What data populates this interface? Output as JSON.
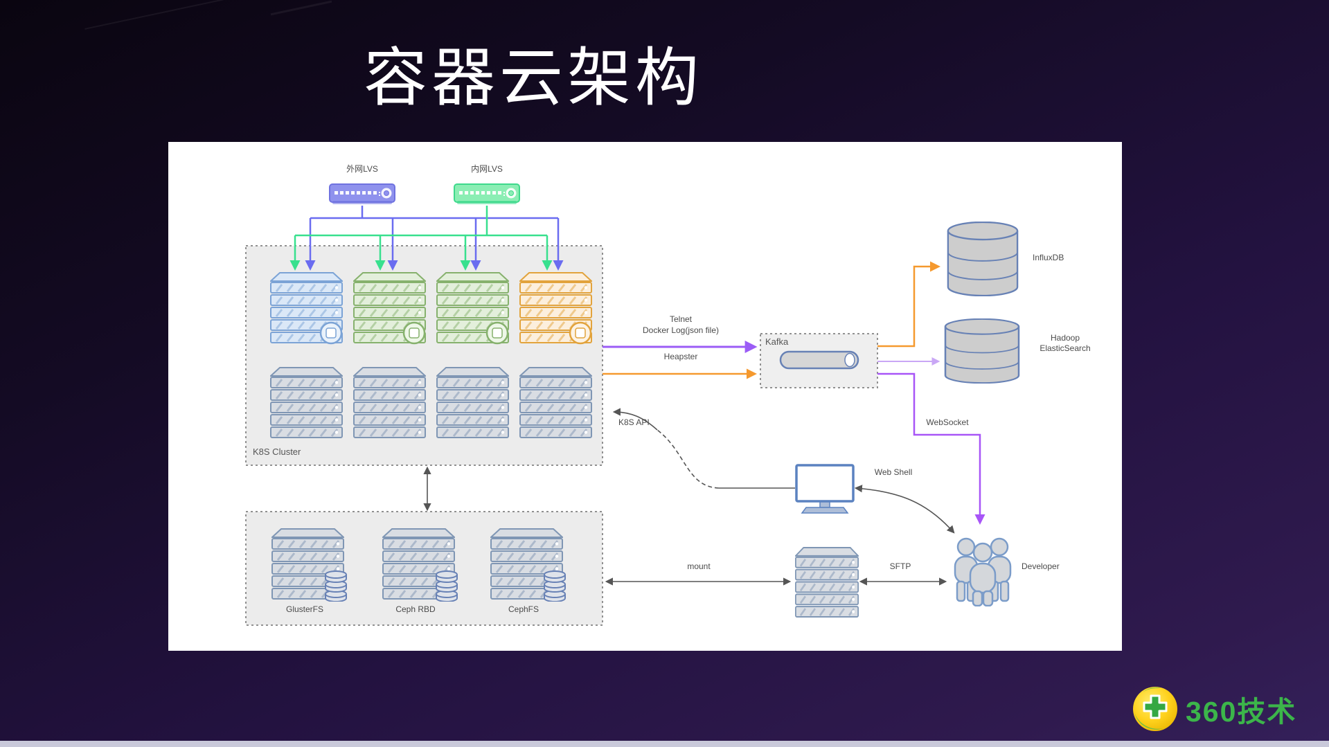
{
  "slide": {
    "title": "容器云架构",
    "brand": {
      "logo_text": "360技术"
    }
  },
  "colors": {
    "accent_purple": "#6a6cf0",
    "accent_green": "#38e08e",
    "accent_orange": "#f5992e",
    "accent_violet": "#9b5cf6",
    "accent_dark_purple": "#a855f7",
    "brand_green": "#3cb54a"
  },
  "diagram": {
    "load_balancers": {
      "external": "外网LVS",
      "internal": "内网LVS"
    },
    "k8s_cluster": {
      "label": "K8S Cluster"
    },
    "storage": {
      "nodes": [
        "GlusterFS",
        "Ceph RBD",
        "CephFS"
      ]
    },
    "middleware": {
      "kafka": "Kafka"
    },
    "databases": {
      "influxdb": "InfluxDB",
      "hadoop_line1": "Hadoop",
      "hadoop_line2": "ElasticSearch"
    },
    "actors": {
      "developer": "Developer"
    },
    "edges": {
      "logs_title": "Telnet",
      "logs_subtitle": "Docker Log(json file)",
      "metrics": "Heapster",
      "log_subscribe": "WebSocket",
      "k8s_api": "K8S API",
      "web_shell": "Web Shell",
      "mount": "mount",
      "sftp": "SFTP"
    }
  }
}
